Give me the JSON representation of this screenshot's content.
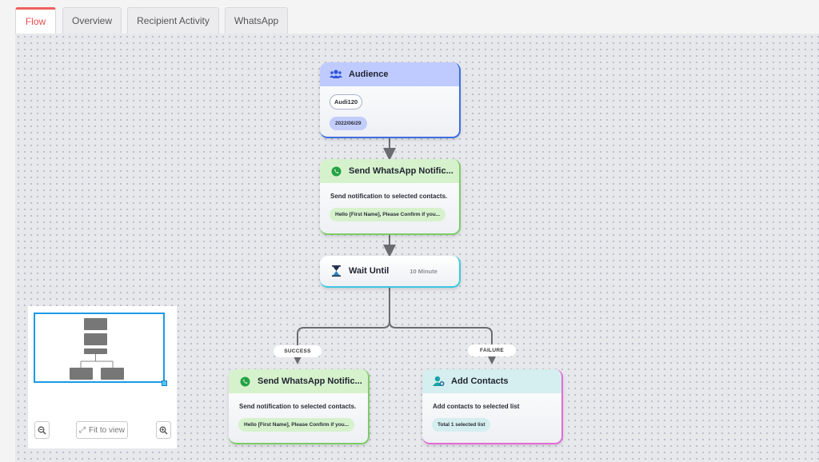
{
  "tabs": [
    {
      "label": "Flow",
      "active": true
    },
    {
      "label": "Overview",
      "active": false
    },
    {
      "label": "Recipient Activity",
      "active": false
    },
    {
      "label": "WhatsApp",
      "active": false
    }
  ],
  "nodes": {
    "audience": {
      "title": "Audience",
      "icon": "users-icon",
      "tag": "Audi120",
      "date": "2022/06/29"
    },
    "whatsapp_top": {
      "title": "Send WhatsApp Notific...",
      "icon": "whatsapp-icon",
      "description": "Send notification to selected contacts.",
      "message": "Hello [First Name], Please Confirm if you..."
    },
    "wait": {
      "title": "Wait Until",
      "icon": "hourglass-icon",
      "duration": "10 Minute"
    },
    "whatsapp_success": {
      "title": "Send WhatsApp Notific...",
      "icon": "whatsapp-icon",
      "description": "Send notification to selected contacts.",
      "message": "Hello [First Name], Please Confirm if you..."
    },
    "add_contacts": {
      "title": "Add Contacts",
      "icon": "add-contact-icon",
      "description": "Add contacts to selected list",
      "summary": "Total 1 selected list"
    }
  },
  "edges": {
    "success_label": "SUCCESS",
    "failure_label": "FAILURE"
  },
  "minimap": {
    "fit_label": "Fit to view",
    "zoom_out_icon": "zoom-out-icon",
    "zoom_in_icon": "zoom-in-icon"
  },
  "colors": {
    "tab_active": "#e94f4f",
    "audience_header": "#bfcbff",
    "audience_border": "#3d6fe0",
    "whatsapp_header": "#d6f2cc",
    "whatsapp_border": "#7ecb67",
    "wait_border": "#3cc8e0",
    "add_contacts_header": "#d5eeef",
    "add_contacts_border": "#e36ad6"
  }
}
